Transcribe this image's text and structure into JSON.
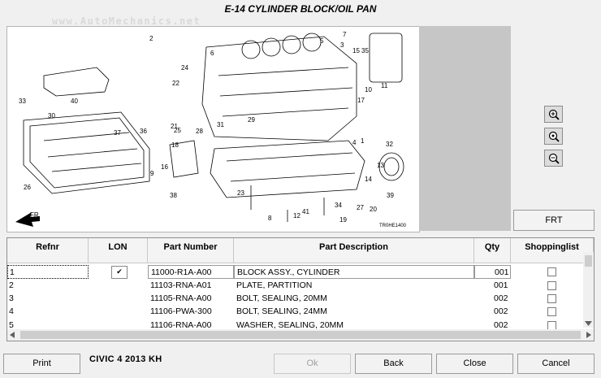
{
  "title": "E-14 CYLINDER BLOCK/OIL PAN",
  "watermark": "www.AutoMechanics.net",
  "diagram": {
    "code": "TR0HE1400",
    "fr_label": "FR.",
    "callouts": [
      "1",
      "2",
      "3",
      "4",
      "5",
      "6",
      "7",
      "8",
      "9",
      "10",
      "11",
      "12",
      "13",
      "14",
      "15",
      "16",
      "17",
      "18",
      "19",
      "20",
      "21",
      "22",
      "23",
      "24",
      "25",
      "26",
      "27",
      "28",
      "29",
      "30",
      "31",
      "32",
      "33",
      "34",
      "35",
      "36",
      "37",
      "38",
      "39",
      "40",
      "41"
    ]
  },
  "zoom_buttons": [
    "zoom-in-icon",
    "zoom-actual-icon",
    "zoom-out-icon"
  ],
  "frt_label": "FRT",
  "table": {
    "headers": [
      "Refnr",
      "LON",
      "Part Number",
      "Part Description",
      "Qty",
      "Shoppinglist"
    ],
    "rows": [
      {
        "ref": "1",
        "lon": "✔",
        "part": "11000-R1A-A00",
        "desc": "BLOCK ASSY., CYLINDER",
        "qty": "001"
      },
      {
        "ref": "2",
        "lon": "",
        "part": "11103-RNA-A01",
        "desc": "PLATE, PARTITION",
        "qty": "001"
      },
      {
        "ref": "3",
        "lon": "",
        "part": "11105-RNA-A00",
        "desc": "BOLT, SEALING, 20MM",
        "qty": "002"
      },
      {
        "ref": "4",
        "lon": "",
        "part": "11106-PWA-300",
        "desc": "BOLT, SEALING, 24MM",
        "qty": "002"
      },
      {
        "ref": "5",
        "lon": "",
        "part": "11106-RNA-A00",
        "desc": "WASHER, SEALING, 20MM",
        "qty": "002"
      }
    ]
  },
  "vehicle": "CIVIC  4  2013  KH",
  "buttons": {
    "print": "Print",
    "ok": "Ok",
    "back": "Back",
    "close": "Close",
    "cancel": "Cancel"
  }
}
